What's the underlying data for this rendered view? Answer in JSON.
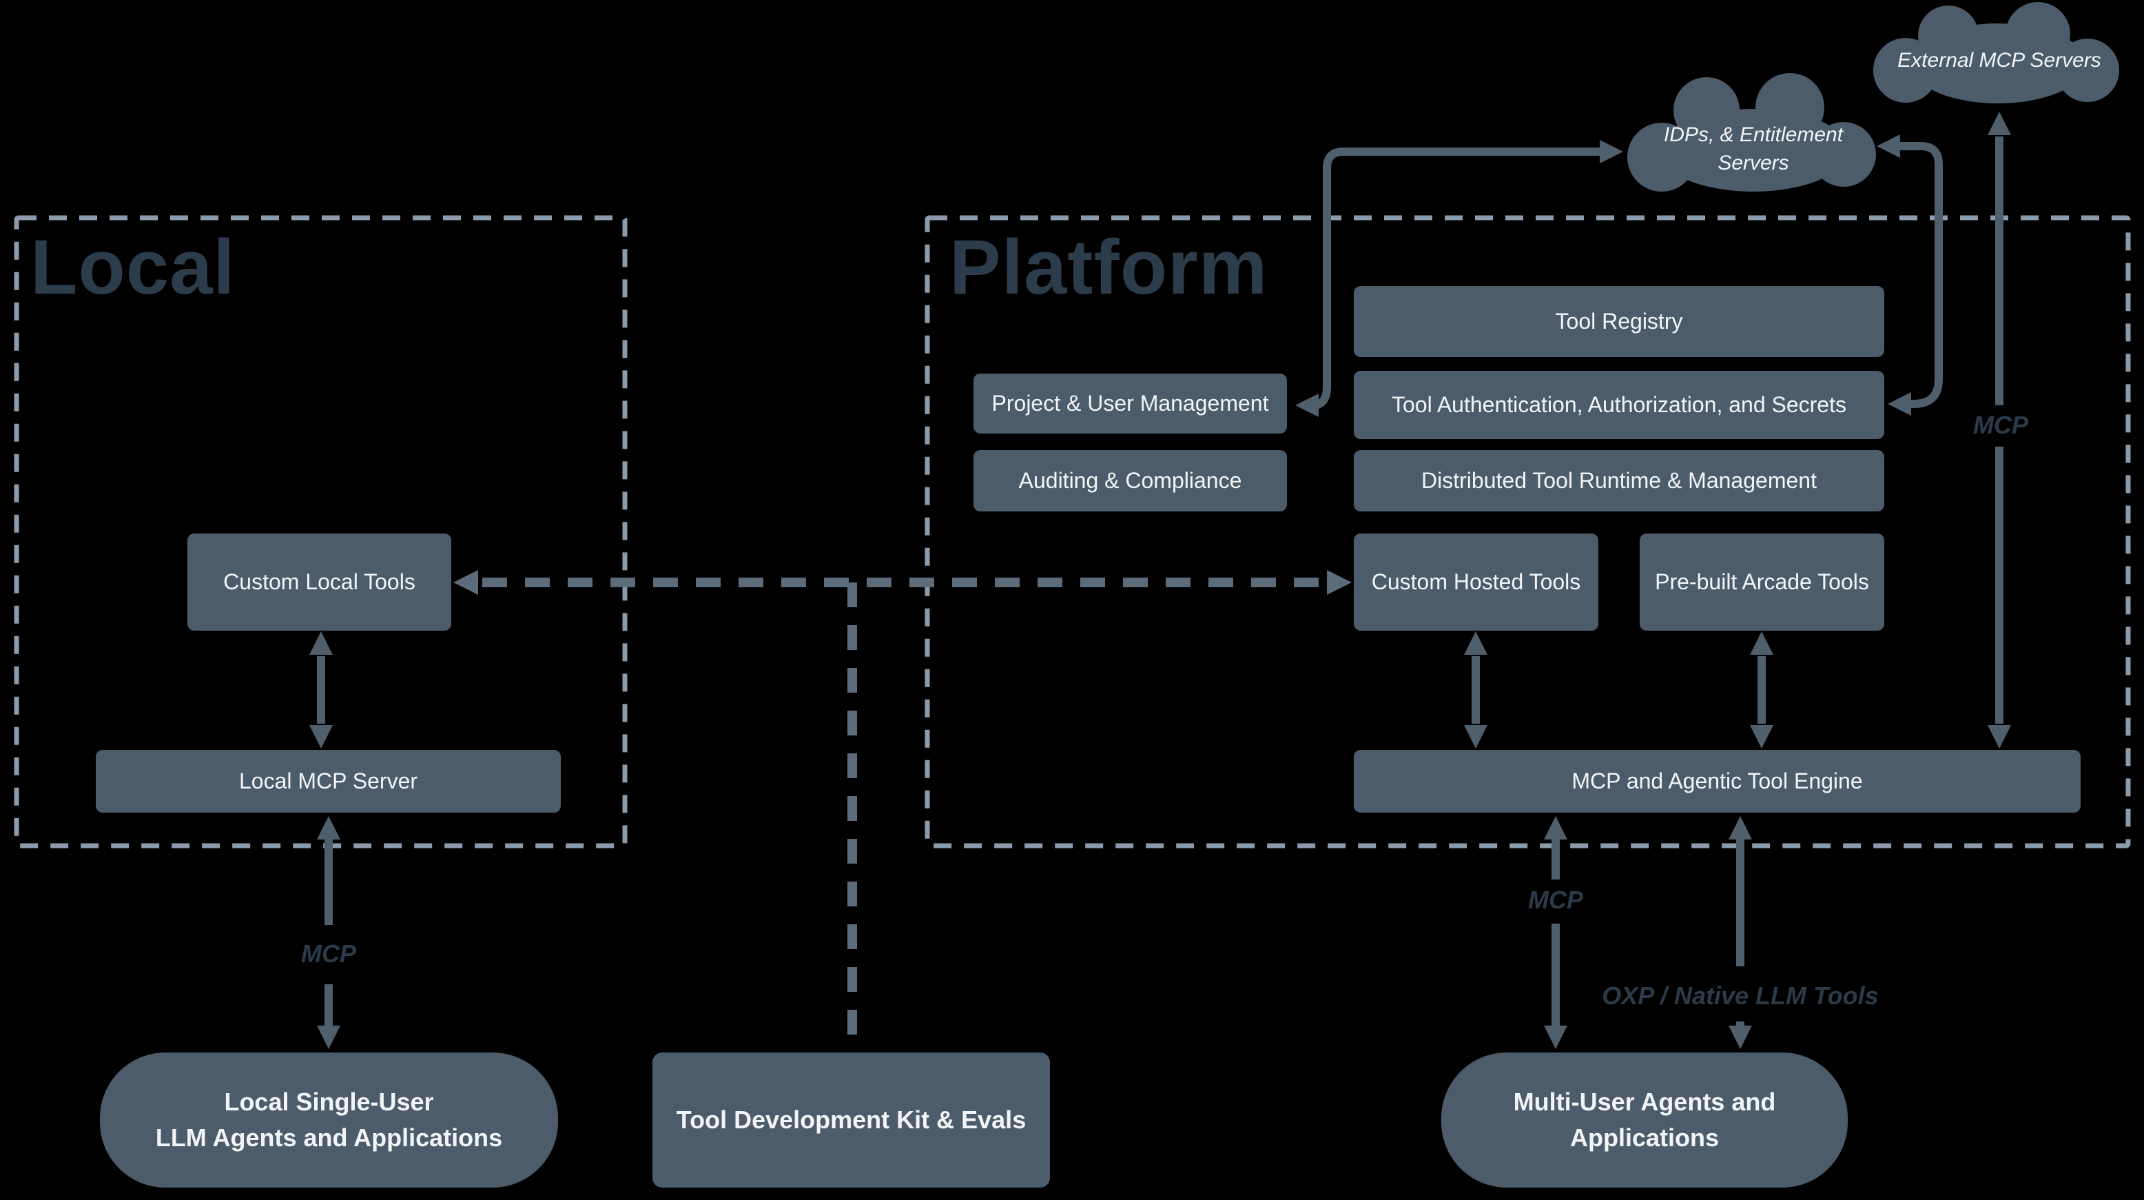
{
  "regions": {
    "local": {
      "title": "Local"
    },
    "platform": {
      "title": "Platform"
    }
  },
  "clouds": {
    "external_mcp": {
      "label": "External MCP Servers"
    },
    "idp": {
      "line1": "IDPs, & Entitlement",
      "line2": "Servers"
    }
  },
  "boxes": {
    "tool_registry": {
      "label": "Tool Registry"
    },
    "project_user_management": {
      "label": "Project & User Management"
    },
    "tool_auth": {
      "label": "Tool Authentication, Authorization, and Secrets"
    },
    "auditing_compliance": {
      "label": "Auditing & Compliance"
    },
    "distributed_runtime": {
      "label": "Distributed Tool Runtime & Management"
    },
    "custom_local_tools": {
      "label": "Custom Local Tools"
    },
    "custom_hosted_tools": {
      "label": "Custom Hosted Tools"
    },
    "prebuilt_arcade_tools": {
      "label": "Pre-built Arcade Tools"
    },
    "local_mcp_server": {
      "label": "Local MCP Server"
    },
    "mcp_engine": {
      "label": "MCP and Agentic Tool Engine"
    },
    "local_single_user": {
      "line1": "Local Single-User",
      "line2": "LLM Agents and Applications"
    },
    "tool_dev_kit": {
      "label": "Tool Development Kit & Evals"
    },
    "multi_user": {
      "line1": "Multi-User Agents and",
      "line2": "Applications"
    }
  },
  "edge_labels": {
    "local_mcp": "MCP",
    "multi_user_mcp": "MCP",
    "external_mcp": "MCP",
    "oxp": "OXP / Native LLM Tools"
  },
  "colors": {
    "background": "#000000",
    "box_fill": "#4d5c6a",
    "box_text": "#f2f5f7",
    "region_title": "#2c3c4b",
    "dashed_border": "#8c9bab",
    "solid_connector": "#4f5f6c",
    "dashed_connector": "#5c6c7a",
    "edge_label_text": "#2b3b4a"
  }
}
